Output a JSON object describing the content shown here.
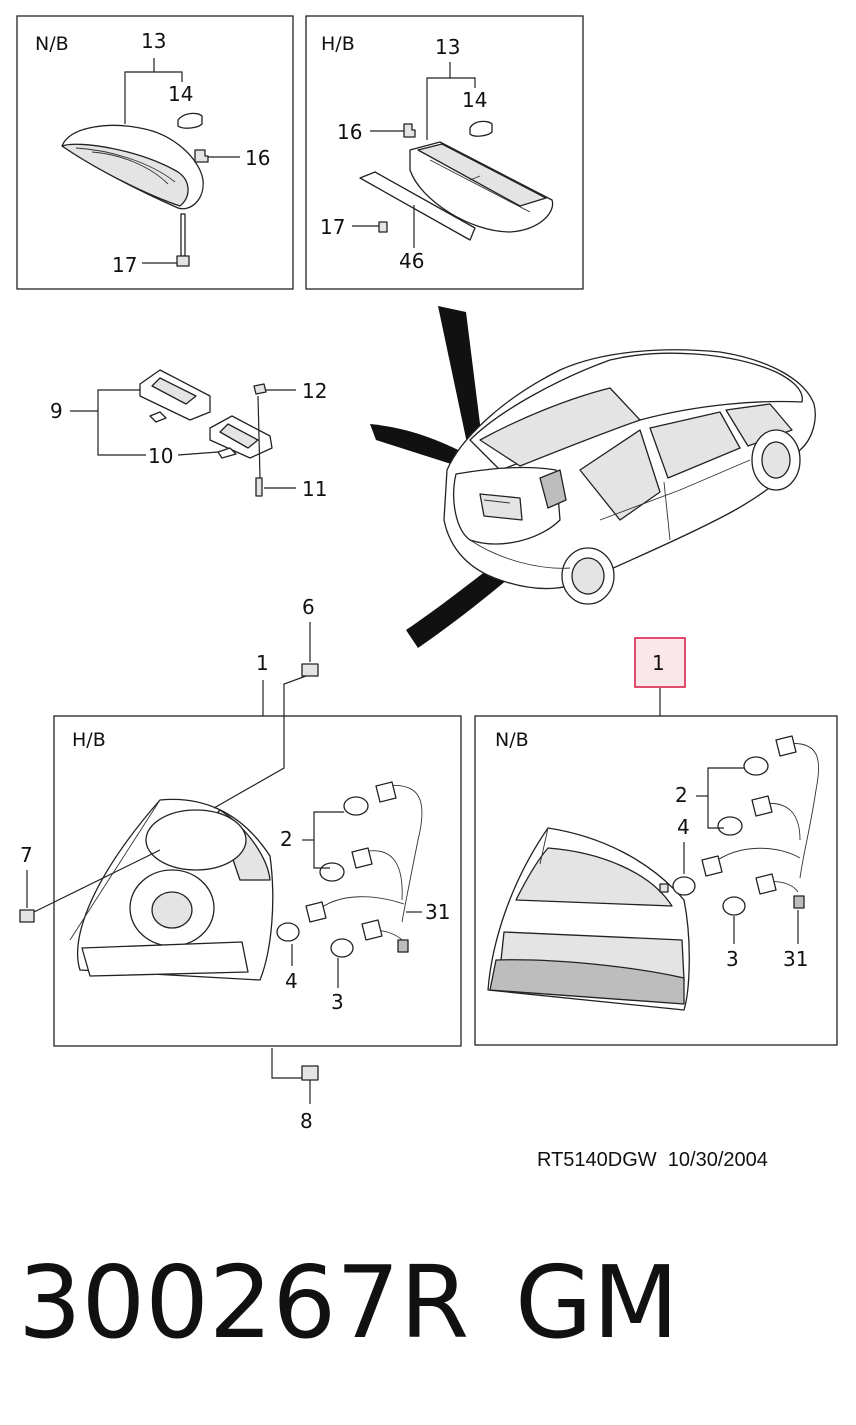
{
  "sections": {
    "top_left": "N/B",
    "top_right": "H/B",
    "bottom_left": "H/B",
    "bottom_right": "N/B"
  },
  "callouts": {
    "tl_13": "13",
    "tl_14": "14",
    "tl_16": "16",
    "tl_17": "17",
    "tr_13": "13",
    "tr_14": "14",
    "tr_16": "16",
    "tr_17": "17",
    "tr_46": "46",
    "lp_9": "9",
    "lp_10": "10",
    "lp_11": "11",
    "lp_12": "12",
    "c_6": "6",
    "c_1": "1",
    "c_7": "7",
    "c_8": "8",
    "hb_2": "2",
    "hb_4": "4",
    "hb_3": "3",
    "hb_31": "31",
    "nb_1": "1",
    "nb_2": "2",
    "nb_4": "4",
    "nb_3": "3",
    "nb_31": "31"
  },
  "highlight_color": "#d9254a",
  "footer": {
    "code": "RT5140DGW  10/30/2004",
    "part_number": "300267R",
    "brand": "GM"
  }
}
